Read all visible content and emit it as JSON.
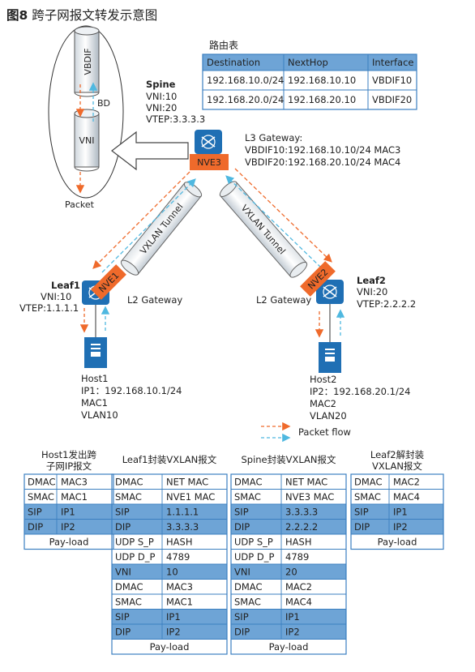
{
  "figure": {
    "title": "图8 跨子网报文转发示意图"
  },
  "colors": {
    "blue": "#1f6fb4",
    "orange": "#ef6a2b",
    "dashed_orange": "#f08a4a",
    "dashed_cyan": "#4fb8e0",
    "table_border": "#3b7fc0",
    "header_fill": "#6ea4d6"
  },
  "routing_table": {
    "title": "路由表",
    "headers": [
      "Destination",
      "NextHop",
      "Interface"
    ],
    "rows": [
      [
        "192.168.10.0/24",
        "192.168.10.10",
        "VBDIF10"
      ],
      [
        "192.168.20.0/24",
        "192.168.20.10",
        "VBDIF20"
      ]
    ]
  },
  "legend_detail": {
    "vbdif": "VBDIF",
    "bd": "BD",
    "vni": "VNI",
    "packet": "Packet"
  },
  "spine": {
    "name": "Spine",
    "lines": [
      "VNI:10",
      "VNI:20",
      "VTEP:3.3.3.3"
    ],
    "nve": "NVE3",
    "l3_gateway": [
      "L3 Gateway:",
      "VBDIF10:192.168.10.10/24 MAC3",
      "VBDIF20:192.168.20.10/24 MAC4"
    ]
  },
  "leaf1": {
    "name": "Leaf1",
    "lines": [
      "VNI:10",
      "VTEP:1.1.1.1"
    ],
    "nve": "NVE1",
    "gateway": "L2 Gateway"
  },
  "leaf2": {
    "name": "Leaf2",
    "lines": [
      "VNI:20",
      "VTEP:2.2.2.2"
    ],
    "nve": "NVE2",
    "gateway": "L2 Gateway"
  },
  "tunnel_label": "VXLAN Tunnel",
  "host1": {
    "lines": [
      "Host1",
      "IP1：192.168.10.1/24",
      "MAC1",
      "VLAN10"
    ]
  },
  "host2": {
    "lines": [
      "Host2",
      "IP2：192.168.20.1/24",
      "MAC2",
      "VLAN20"
    ]
  },
  "packet_flow": "Packet flow",
  "packets": [
    {
      "title": [
        "Host1发出跨",
        "子网IP报文"
      ],
      "rows": [
        [
          "DMAC",
          "MAC3",
          false
        ],
        [
          "SMAC",
          "MAC1",
          false
        ],
        [
          "SIP",
          "IP1",
          true
        ],
        [
          "DIP",
          "IP2",
          true
        ]
      ],
      "payload": "Pay-load"
    },
    {
      "title": [
        "Leaf1封装VXLAN报文"
      ],
      "rows": [
        [
          "DMAC",
          "NET MAC",
          false
        ],
        [
          "SMAC",
          "NVE1 MAC",
          false
        ],
        [
          "SIP",
          "1.1.1.1",
          true
        ],
        [
          "DIP",
          "3.3.3.3",
          true
        ],
        [
          "UDP S_P",
          "HASH",
          false
        ],
        [
          "UDP D_P",
          "4789",
          false
        ],
        [
          "VNI",
          "10",
          true
        ],
        [
          "DMAC",
          "MAC3",
          false
        ],
        [
          "SMAC",
          "MAC1",
          false
        ],
        [
          "SIP",
          "IP1",
          true
        ],
        [
          "DIP",
          "IP2",
          true
        ]
      ],
      "payload": "Pay-load"
    },
    {
      "title": [
        "Spine封装VXLAN报文"
      ],
      "rows": [
        [
          "DMAC",
          "NET MAC",
          false
        ],
        [
          "SMAC",
          "NVE3 MAC",
          false
        ],
        [
          "SIP",
          "3.3.3.3",
          true
        ],
        [
          "DIP",
          "2.2.2.2",
          true
        ],
        [
          "UDP S_P",
          "HASH",
          false
        ],
        [
          "UDP D_P",
          "4789",
          false
        ],
        [
          "VNI",
          "20",
          true
        ],
        [
          "DMAC",
          "MAC2",
          false
        ],
        [
          "SMAC",
          "MAC4",
          false
        ],
        [
          "SIP",
          "IP1",
          true
        ],
        [
          "DIP",
          "IP2",
          true
        ]
      ],
      "payload": "Pay-load"
    },
    {
      "title": [
        "Leaf2解封装",
        "VXLAN报文"
      ],
      "rows": [
        [
          "DMAC",
          "MAC2",
          false
        ],
        [
          "SMAC",
          "MAC4",
          false
        ],
        [
          "SIP",
          "IP1",
          true
        ],
        [
          "DIP",
          "IP2",
          true
        ]
      ],
      "payload": "Pay-load"
    }
  ]
}
